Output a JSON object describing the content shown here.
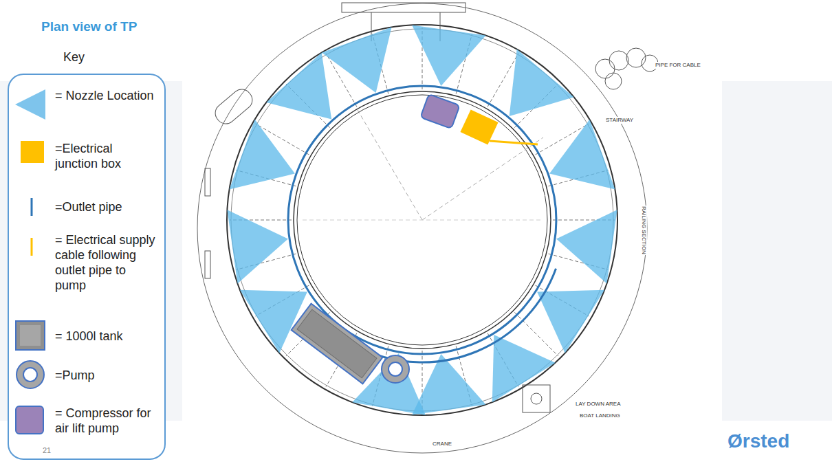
{
  "diagram": {
    "title": "Plan view of TP",
    "labels": [
      "Key",
      "21",
      "Ørsted",
      "STAIRWAY",
      "PIPE FOR CABLE",
      "LAY DOWN AREA",
      "BOAT LANDING",
      "RAILING SECTION",
      "CRANE"
    ],
    "legend": [
      {
        "text": "= Nozzle Location",
        "color": "#7ec4ec"
      },
      {
        "text": "=Electrical junction box",
        "color": "#ffc000"
      },
      {
        "text": "=Outlet pipe"
      },
      {
        "text": "= Electrical supply cable following outlet pipe to pump"
      },
      {
        "text": "= 1000l tank",
        "color": "#a6a6a6"
      },
      {
        "text": "=Pump"
      },
      {
        "text": "= Compressor for air lift pump",
        "color": "#9b83b8"
      }
    ]
  }
}
